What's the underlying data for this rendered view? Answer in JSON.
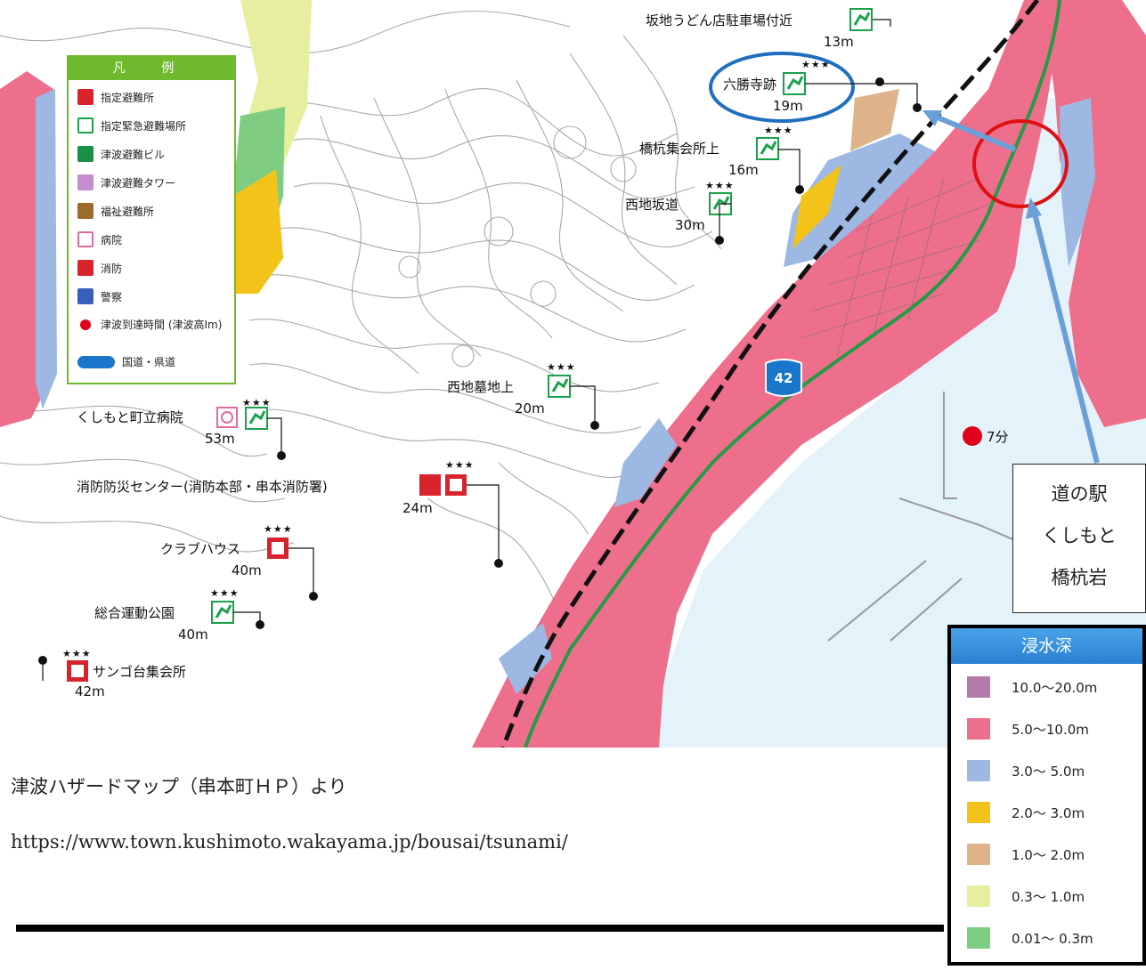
{
  "map": {
    "highway_number": "42",
    "time_marker": "7分",
    "colors": {
      "land": "#ffffff",
      "sea": "#e4f2fa",
      "zone_5_10": "#ee6f8c",
      "zone_3_5": "#9db9e3",
      "zone_2_3": "#f4c31a",
      "zone_1_2": "#deb38a",
      "zone_03_1": "#e8ee9f",
      "zone_001_03": "#7fcc83",
      "road": "#279a46",
      "rail": "#111111",
      "contour": "#8a8a8a",
      "shelter_red": "#d7232c",
      "evac_green": "#1aa14a"
    },
    "facilities": [
      {
        "name": "坂地うどん店駐車場付近",
        "height": "13m",
        "icon": "evacuation-site-icon",
        "stars": ""
      },
      {
        "name": "六勝寺跡",
        "height": "19m",
        "icon": "evacuation-site-icon",
        "stars": "★★★"
      },
      {
        "name": "橋杭集会所上",
        "height": "16m",
        "icon": "evacuation-site-icon",
        "stars": "★★★"
      },
      {
        "name": "西地坂道",
        "height": "30m",
        "icon": "evacuation-site-icon",
        "stars": "★★★"
      },
      {
        "name": "西地墓地上",
        "height": "20m",
        "icon": "evacuation-site-icon",
        "stars": "★★★"
      },
      {
        "name": "くしもと町立病院",
        "height": "53m",
        "icon": "hospital-icon",
        "stars": "★★★"
      },
      {
        "name": "消防防災センター(消防本部・串本消防署)",
        "height": "24m",
        "icon": "shelter-icon",
        "stars": "★★★"
      },
      {
        "name": "クラブハウス",
        "height": "40m",
        "icon": "shelter-icon",
        "stars": "★★★"
      },
      {
        "name": "総合運動公園",
        "height": "40m",
        "icon": "evacuation-site-icon",
        "stars": "★★★"
      },
      {
        "name": "サンゴ台集会所",
        "height": "42m",
        "icon": "shelter-icon",
        "stars": "★★★"
      }
    ]
  },
  "legend": {
    "title": "凡 例",
    "items": [
      {
        "label": "指定避難所",
        "icon": "shelter-icon",
        "color": "#d7232c"
      },
      {
        "label": "指定緊急避難場所",
        "icon": "evacuation-site-icon",
        "color": "#1aa14a"
      },
      {
        "label": "津波避難ビル",
        "icon": "tsunami-building-icon",
        "color": "#1a8f45"
      },
      {
        "label": "津波避難タワー",
        "icon": "tsunami-tower-icon",
        "color": "#c58ccf"
      },
      {
        "label": "福祉避難所",
        "icon": "welfare-shelter-icon",
        "color": "#9c6a2c"
      },
      {
        "label": "病院",
        "icon": "hospital-icon",
        "color": "#e06aa0"
      },
      {
        "label": "消防",
        "icon": "fire-station-icon",
        "color": "#d7232c"
      },
      {
        "label": "警察",
        "icon": "police-icon",
        "color": "#3a5fb8"
      },
      {
        "label": "津波到達時間 (津波高Im)",
        "icon": "arrival-time-dot-icon",
        "color": "#e0001b"
      },
      {
        "label": "国道・県道",
        "icon": "route-shield-icon",
        "color": "#1a76c9"
      }
    ]
  },
  "callout": {
    "lines": [
      "道の駅",
      "くしもと",
      "橋杭岩"
    ]
  },
  "depth_legend": {
    "title": "浸水深",
    "items": [
      {
        "label": "10.0〜20.0m",
        "color": "#b47aa8"
      },
      {
        "label": "5.0〜10.0m",
        "color": "#ee6f8c"
      },
      {
        "label": "3.0〜 5.0m",
        "color": "#9db9e3"
      },
      {
        "label": "2.0〜 3.0m",
        "color": "#f4c31a"
      },
      {
        "label": "1.0〜 2.0m",
        "color": "#deb38a"
      },
      {
        "label": "0.3〜 1.0m",
        "color": "#e8ee9f"
      },
      {
        "label": "0.01〜 0.3m",
        "color": "#7fcc83"
      }
    ]
  },
  "caption": "津波ハザードマップ（串本町ＨＰ）より",
  "source_url": "https://www.town.kushimoto.wakayama.jp/bousai/tsunami/"
}
